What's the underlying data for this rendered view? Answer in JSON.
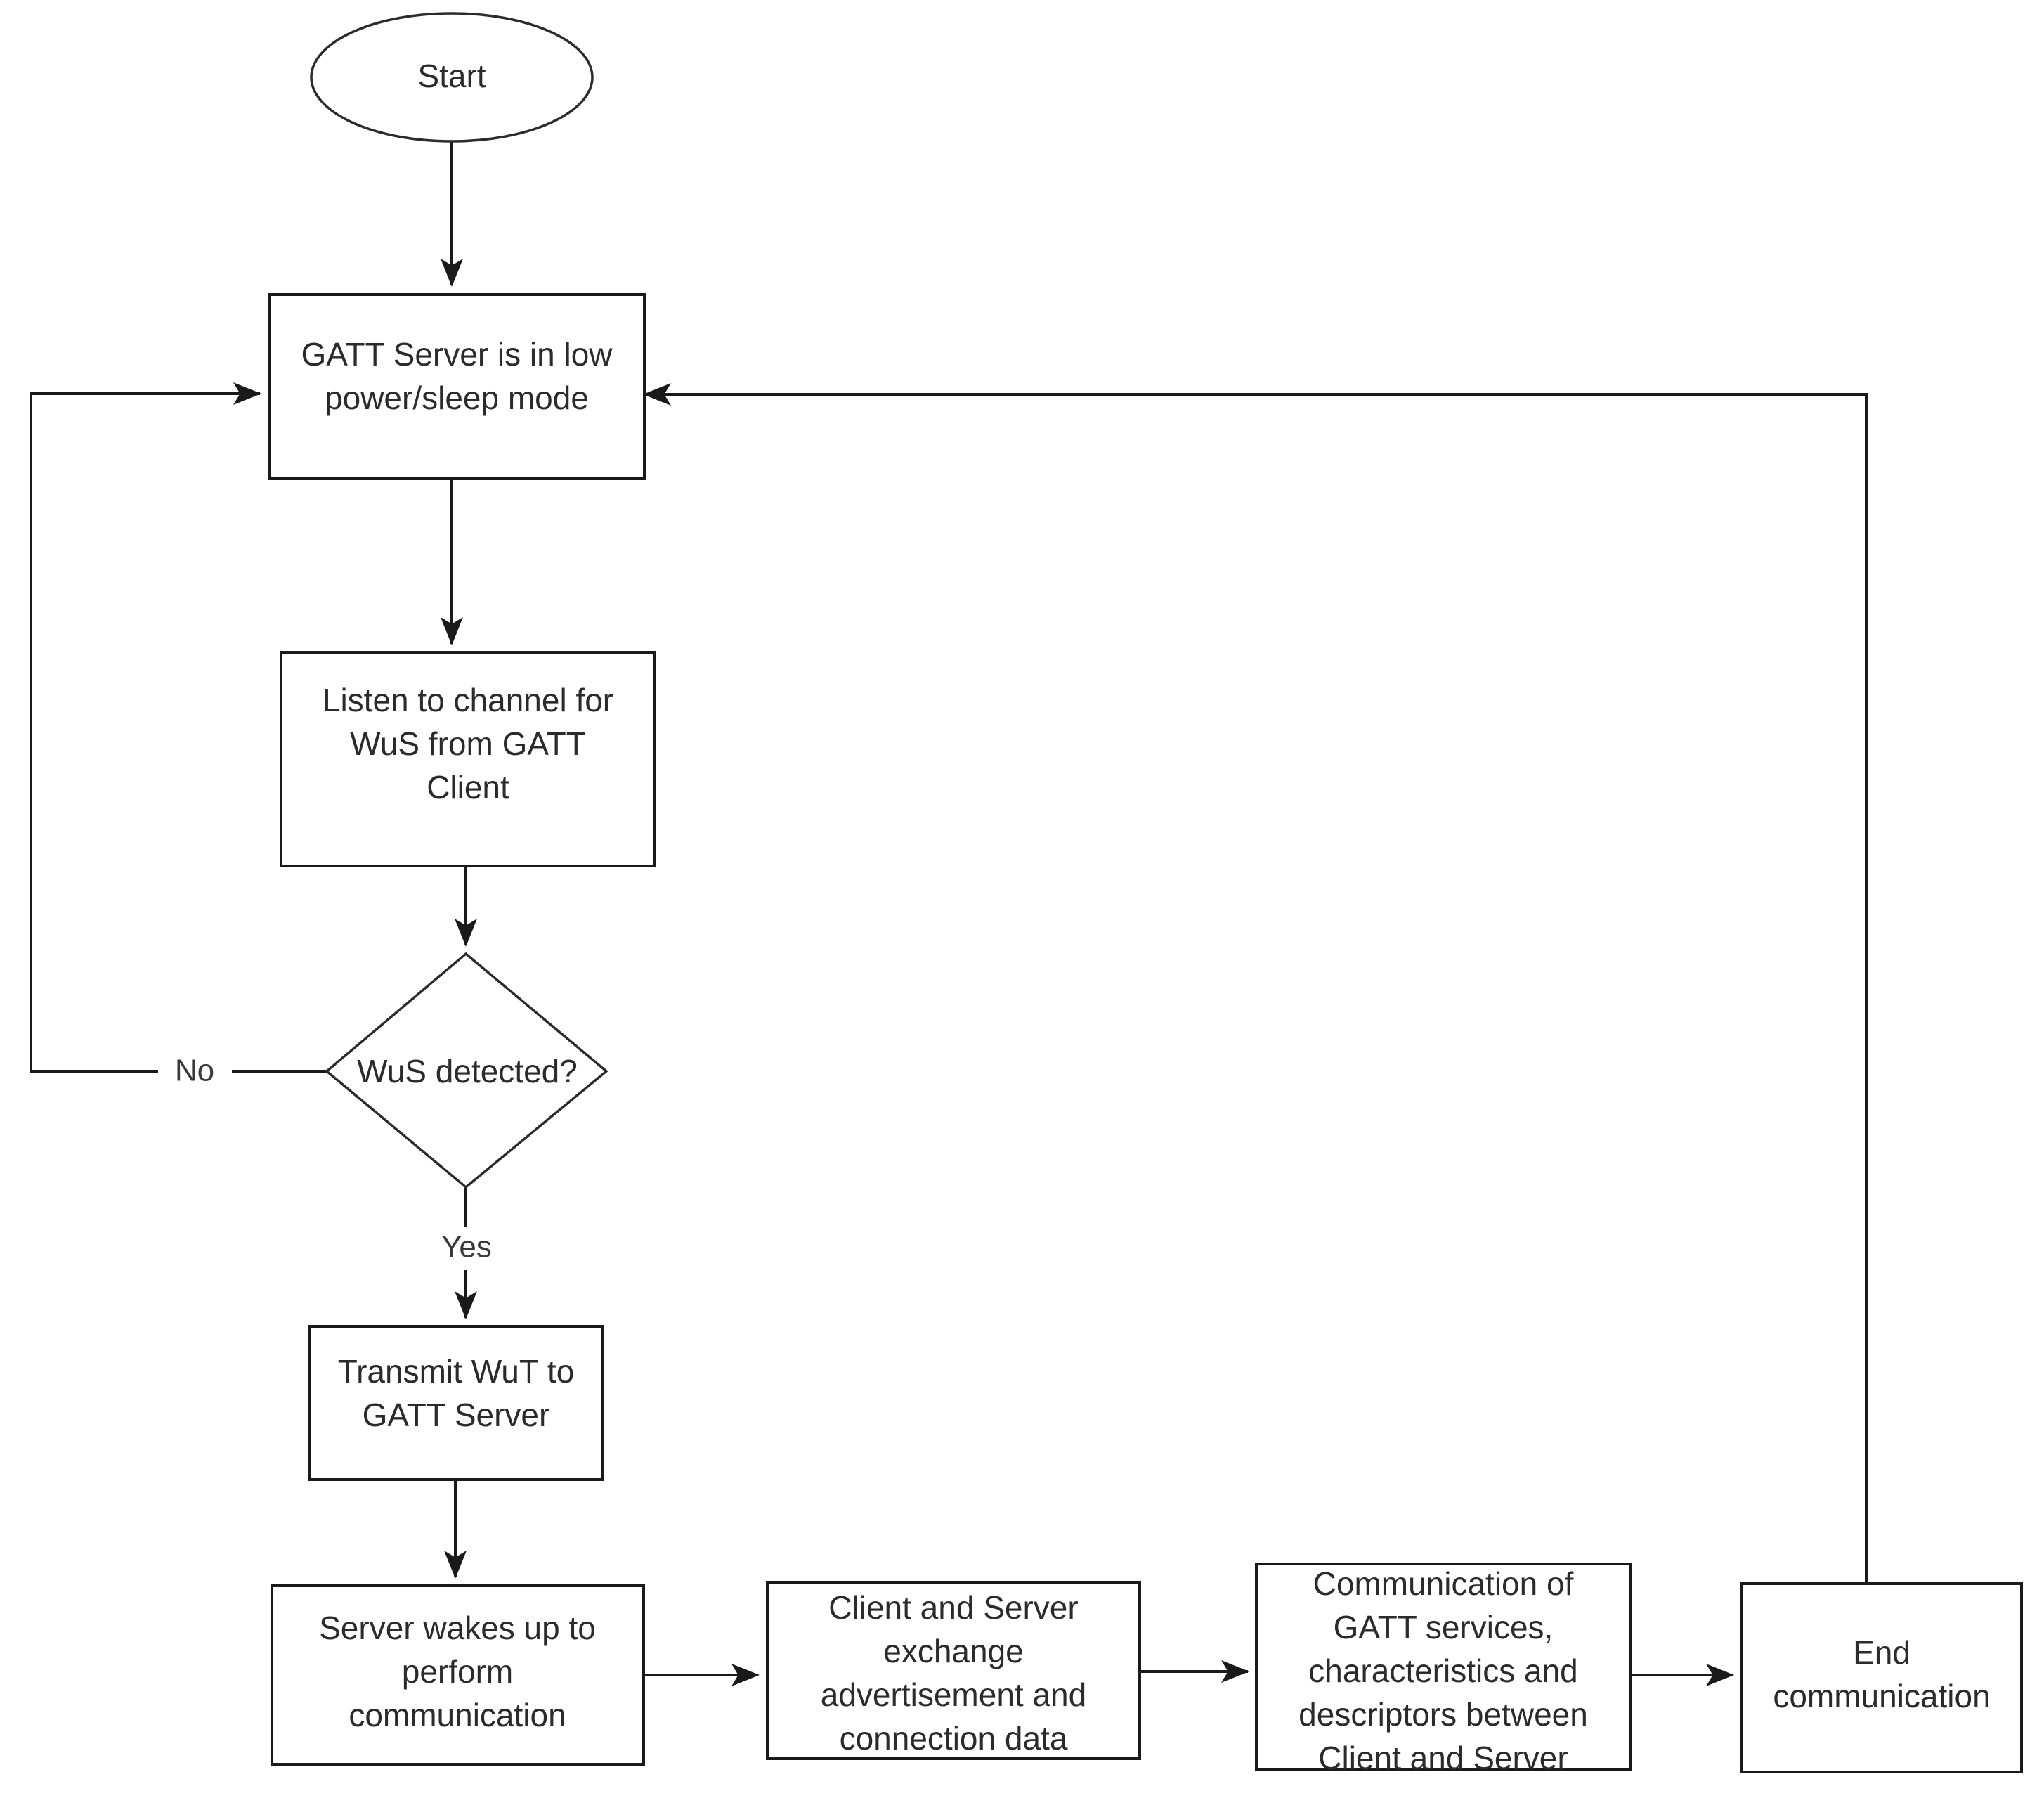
{
  "diagram": {
    "title": "GATT Server Wake-up Signal Flowchart",
    "background_color": "#ffffff",
    "line_color": "#1a1a1a",
    "text_color": "#2b2b2b",
    "shape_fill": "#ffffff"
  },
  "nodes": {
    "start": {
      "shape": "ellipse",
      "label": "Start"
    },
    "sleep_mode": {
      "shape": "rectangle",
      "lines": [
        "GATT Server is in low",
        "power/sleep mode"
      ]
    },
    "listen_channel": {
      "shape": "rectangle",
      "lines": [
        "Listen to channel for",
        "WuS from GATT",
        "Client"
      ]
    },
    "wus_detected": {
      "shape": "diamond",
      "label": "WuS detected?"
    },
    "transmit_wut": {
      "shape": "rectangle",
      "lines": [
        "Transmit WuT to",
        "GATT Server"
      ]
    },
    "server_wakes": {
      "shape": "rectangle",
      "lines": [
        "Server wakes up to",
        "perform",
        "communication"
      ]
    },
    "exchange_data": {
      "shape": "rectangle",
      "lines": [
        "Client and Server",
        "exchange",
        "advertisement and",
        "connection data"
      ]
    },
    "gatt_communication": {
      "shape": "rectangle",
      "lines": [
        "Communication of",
        "GATT services,",
        "characteristics and",
        "descriptors between",
        "Client and Server"
      ]
    },
    "end_communication": {
      "shape": "rectangle",
      "lines": [
        "End",
        "communication"
      ]
    }
  },
  "edge_labels": {
    "no": "No",
    "yes": "Yes"
  },
  "edges": [
    {
      "from": "start",
      "to": "sleep_mode",
      "label": ""
    },
    {
      "from": "sleep_mode",
      "to": "listen_channel",
      "label": ""
    },
    {
      "from": "listen_channel",
      "to": "wus_detected",
      "label": ""
    },
    {
      "from": "wus_detected",
      "to": "sleep_mode",
      "label": "No"
    },
    {
      "from": "wus_detected",
      "to": "transmit_wut",
      "label": "Yes"
    },
    {
      "from": "transmit_wut",
      "to": "server_wakes",
      "label": ""
    },
    {
      "from": "server_wakes",
      "to": "exchange_data",
      "label": ""
    },
    {
      "from": "exchange_data",
      "to": "gatt_communication",
      "label": ""
    },
    {
      "from": "gatt_communication",
      "to": "end_communication",
      "label": ""
    },
    {
      "from": "end_communication",
      "to": "sleep_mode",
      "label": ""
    }
  ]
}
